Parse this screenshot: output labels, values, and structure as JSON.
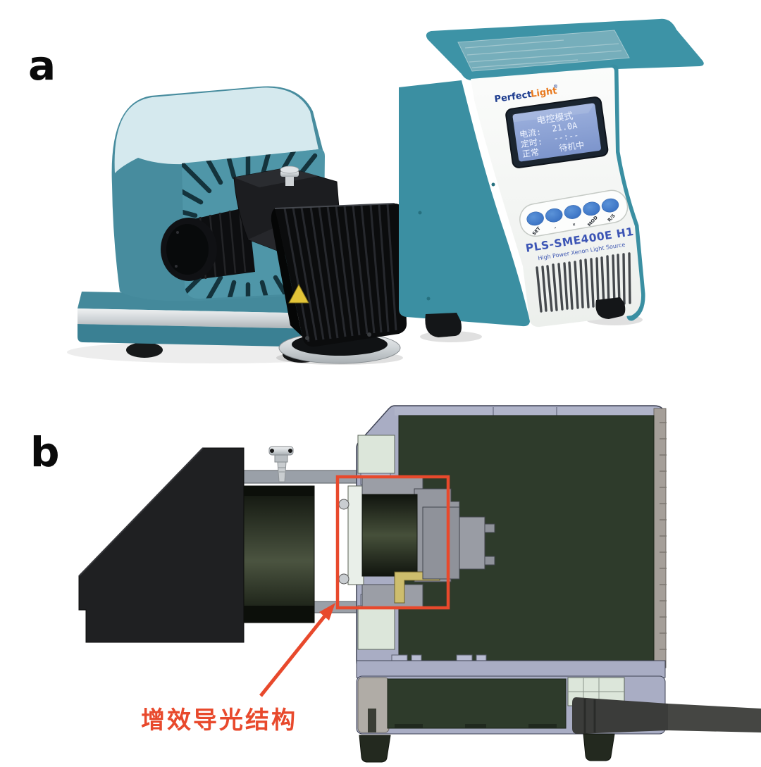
{
  "figure": {
    "panel_a_label": "a",
    "panel_b_label": "b"
  },
  "controller": {
    "brand_part1": "Perfect",
    "brand_part2": "Light",
    "brand_reg": "®",
    "display": {
      "line1": "电控模式",
      "line2_label": "电流:",
      "line2_value": "21.0A",
      "line3_label": "定时:",
      "line3_value": "--:--",
      "line4_label": "正常",
      "line4_value": "待机中"
    },
    "buttons": [
      "SET",
      "-",
      "+",
      "MOD",
      "R/S"
    ],
    "model": "PLS-SME400E H1",
    "subtitle": "High Power Xenon Light Source"
  },
  "annotation_b": {
    "label": "增效导光结构"
  },
  "colors": {
    "teal": "#3d93a6",
    "teal_light": "#d5e9ee",
    "panel_white": "#f7f8f7",
    "display_screen": "#8ca4d6",
    "button_blue": "#3b79cc",
    "model_text": "#3c55b5",
    "brand_navy": "#1e3d8f",
    "brand_orange": "#e8791e",
    "cad_shell": "#a9adc4",
    "cad_green": "#2e3b2b",
    "cad_yellow": "#cdbd6d",
    "annotation_red": "#e8492c"
  }
}
